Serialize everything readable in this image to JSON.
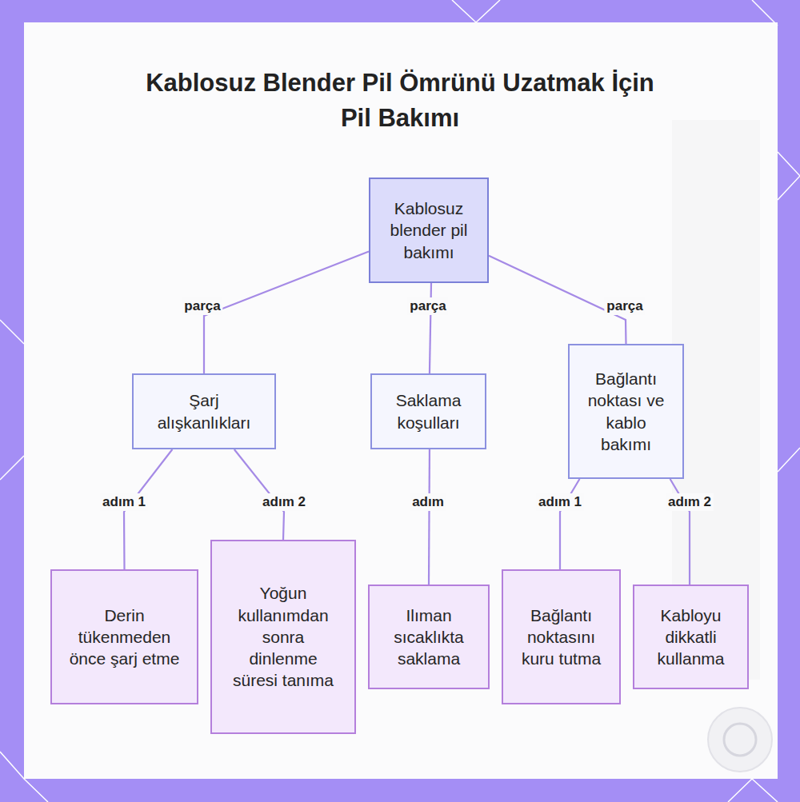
{
  "diagram": {
    "title": "Kablosuz Blender Pil Ömrünü Uzatmak İçin Pil Bakımı",
    "nodes": [
      {
        "text": [
          "Kablosuz blender pil bakımı"
        ]
      },
      {
        "text": [
          "Şarj alışkanlıkları"
        ]
      },
      {
        "text": [
          "Saklama koşulları"
        ]
      },
      {
        "text": [
          "Bağlantı noktası ve kablo bakımı"
        ]
      },
      {
        "text": [
          "Derin tükenmeden önce şarj etme"
        ]
      },
      {
        "text": [
          "Yoğun kullanımdan sonra dinlenme süresi tanıma"
        ]
      },
      {
        "text": [
          "Ilıman sıcaklıkta saklama"
        ]
      },
      {
        "text": [
          "Bağlantı noktasını kuru tutma"
        ]
      },
      {
        "text": [
          "Kabloyu dikkatli kullanma"
        ]
      }
    ],
    "edges": [
      {
        "from": 0,
        "to": 1,
        "label": "parça",
        "arrow": "none"
      },
      {
        "from": 0,
        "to": 2,
        "label": "parça",
        "arrow": "none"
      },
      {
        "from": 0,
        "to": 3,
        "label": "parça",
        "arrow": "none"
      },
      {
        "from": 1,
        "to": 4,
        "label": "adım 1",
        "arrow": "none"
      },
      {
        "from": 1,
        "to": 5,
        "label": "adım 2",
        "arrow": "none"
      },
      {
        "from": 2,
        "to": 6,
        "label": "adım",
        "arrow": "none"
      },
      {
        "from": 3,
        "to": 7,
        "label": "adım 1",
        "arrow": "none"
      },
      {
        "from": 3,
        "to": 8,
        "label": "adım 2",
        "arrow": "none"
      }
    ]
  }
}
